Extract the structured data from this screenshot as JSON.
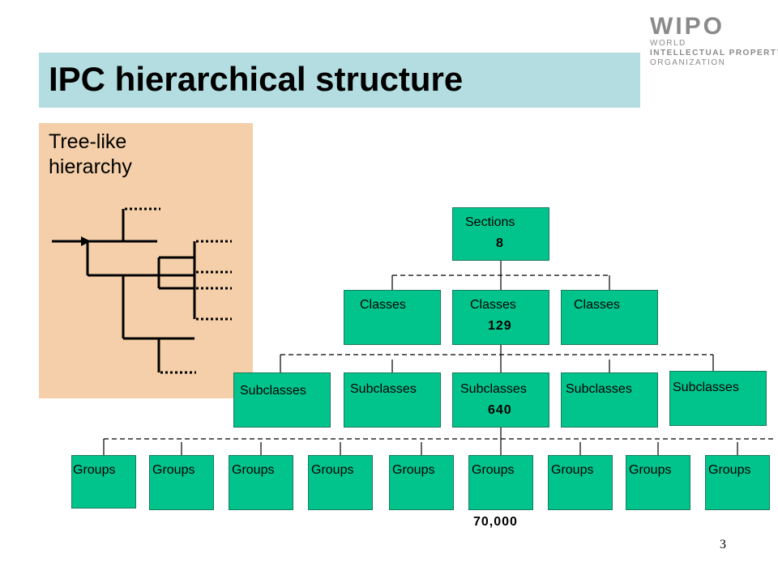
{
  "title": "IPC hierarchical structure",
  "logo": {
    "acronym": "WIPO",
    "line1": "WORLD",
    "line2": "INTELLECTUAL PROPERTY",
    "line3": "ORGANIZATION"
  },
  "panel": {
    "text_line1": "Tree-like",
    "text_line2": "hierarchy"
  },
  "tree": {
    "sections": {
      "label": "Sections",
      "count": "8"
    },
    "classes": {
      "label": "Classes",
      "count": "129"
    },
    "subclasses": {
      "label": "Subclasses",
      "count": "640"
    },
    "groups": {
      "label": "Groups",
      "count": "70,000"
    }
  },
  "page_number": "3",
  "colors": {
    "title_bar": "#b3dde0",
    "panel": "#f4cfa9",
    "node_fill": "#00c48c"
  }
}
